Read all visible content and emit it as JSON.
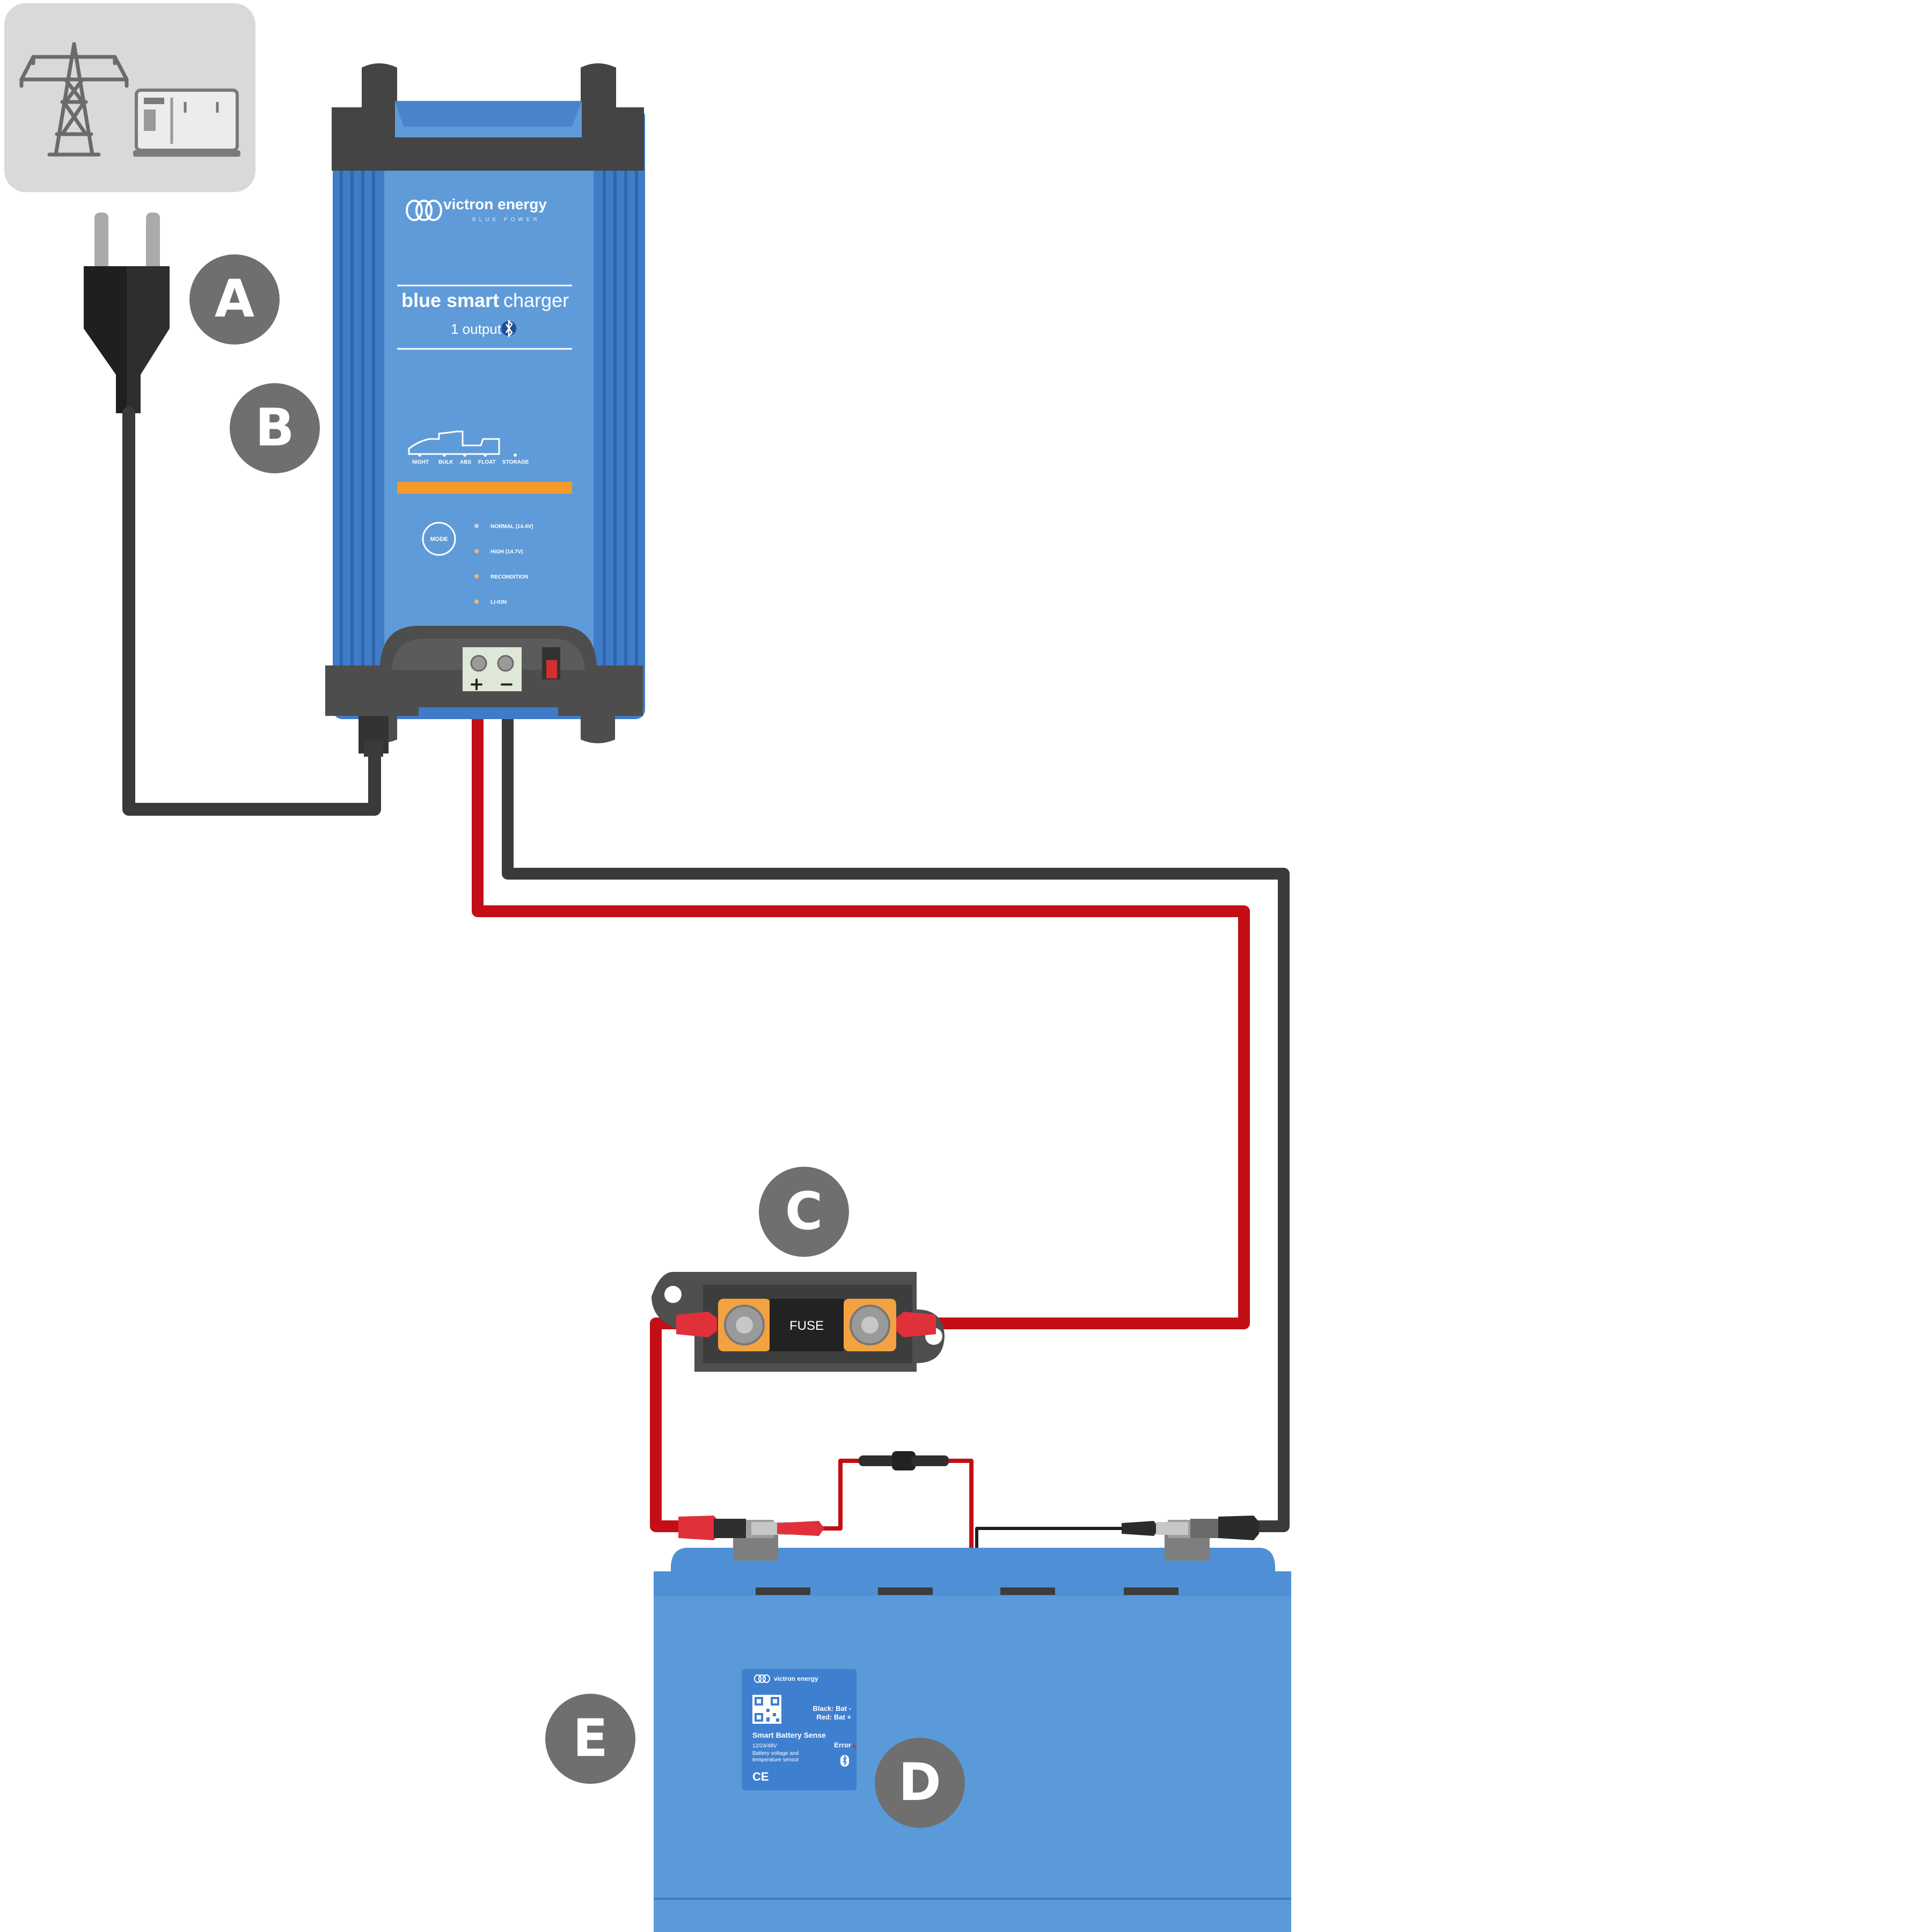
{
  "labels": {
    "a": "A",
    "b": "B",
    "c": "C",
    "d": "D",
    "e": "E"
  },
  "charger": {
    "brand": "victron energy",
    "brand_tagline": "BLUE POWER",
    "model_bold": "blue smart",
    "model_light": "charger",
    "outputs": "1 output",
    "stages": [
      "NIGHT",
      "BULK",
      "ABS",
      "FLOAT",
      "STORAGE"
    ],
    "mode_button": "MODE",
    "modes": [
      "NORMAL (14.4V)",
      "HIGH (14.7V)",
      "RECONDITION",
      "LI-ION"
    ],
    "plus": "+",
    "minus": "−"
  },
  "fuse": {
    "label": "FUSE"
  },
  "sensor": {
    "brand": "victron energy",
    "black_label": "Black: Bat -",
    "red_label": "Red: Bat +",
    "title": "Smart Battery Sense",
    "voltage": "12/24/48V",
    "desc_line1": "Battery voltage and",
    "desc_line2": "temperature sensor",
    "error": "Error",
    "ce": "CE"
  },
  "colors": {
    "cable_red": "#c30e16",
    "cable_black": "#3a3a3a",
    "charger_blue": "#4f8fd8",
    "battery_blue": "#5a9ad9",
    "label_circle": "#6f6f6f",
    "accent_orange": "#f39a2b"
  }
}
